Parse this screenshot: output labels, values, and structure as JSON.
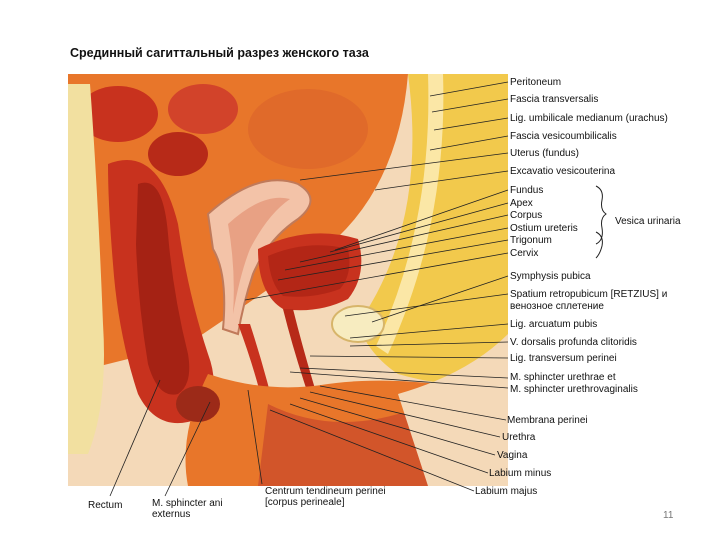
{
  "title": "Срединный сагиттальный разрез женского таза",
  "page_number": "11",
  "group_label": "Vesica urinaria",
  "right_labels": [
    "Peritoneum",
    "Fascia transversalis",
    "Lig. umbilicale medianum (urachus)",
    "Fascia vesicoumbilicalis",
    "Uterus (fundus)",
    "Excavatio vesicouterina",
    "Fundus",
    "Apex",
    "Corpus",
    "Ostium ureteris",
    "Trigonum",
    "Cervix",
    "Symphysis pubica",
    "Spatium retropubicum [RETZIUS] и",
    "венозное сплетение",
    "Lig. arcuatum pubis",
    "V. dorsalis profunda clitoridis",
    "Lig. transversum perinei",
    "M. sphincter urethrae  et",
    "M. sphincter urethrovaginalis",
    "Membrana perinei",
    "Urethra",
    "Vagina",
    "Labium minus",
    "Labium majus"
  ],
  "bottom_labels": {
    "rectum": "Rectum",
    "sphincter_1": "M. sphincter ani",
    "sphincter_2": "externus",
    "centrum_1": "Centrum tendineum perinei",
    "centrum_2": "[corpus perineale]"
  },
  "colors": {
    "tissue_red": "#c8321e",
    "tissue_orange": "#e8762a",
    "fat_yellow": "#f2c94c",
    "skin": "#f4d9b8",
    "bladder_pink": "#f3c3a8"
  }
}
